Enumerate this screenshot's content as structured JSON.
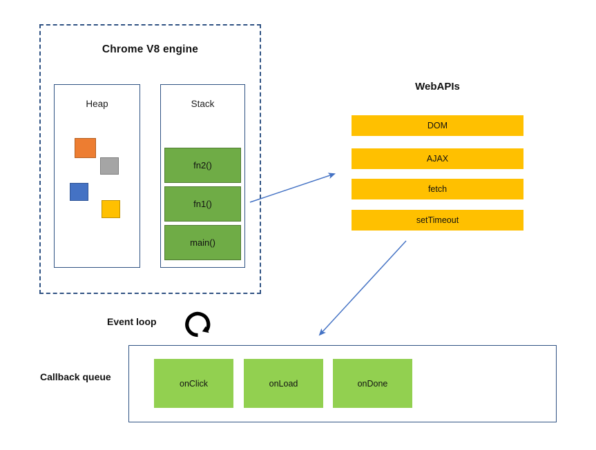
{
  "diagram": {
    "title": "JavaScript runtime / event loop diagram",
    "colors": {
      "container_border": "#2e5182",
      "stack_frame": "#6FAC46",
      "callback_item": "#92D050",
      "webapi_bar": "#FFC000",
      "arrow": "#4472C4",
      "heap_orange": "#ED7D31",
      "heap_gray": "#A5A5A5",
      "heap_blue": "#4472C4",
      "heap_yellow": "#FFC000"
    }
  },
  "v8": {
    "title": "Chrome V8 engine",
    "heap": {
      "label": "Heap",
      "objects": [
        {
          "name": "heap-object-orange",
          "color": "#ED7D31"
        },
        {
          "name": "heap-object-gray",
          "color": "#A5A5A5"
        },
        {
          "name": "heap-object-blue",
          "color": "#4472C4"
        },
        {
          "name": "heap-object-yellow",
          "color": "#FFC000"
        }
      ]
    },
    "stack": {
      "label": "Stack",
      "frames": [
        {
          "label": "fn2()"
        },
        {
          "label": "fn1()"
        },
        {
          "label": "main()"
        }
      ]
    }
  },
  "webapis": {
    "title": "WebAPIs",
    "items": [
      {
        "label": "DOM"
      },
      {
        "label": "AJAX"
      },
      {
        "label": "fetch"
      },
      {
        "label": "setTimeout"
      }
    ]
  },
  "event_loop": {
    "label": "Event loop",
    "icon": "circular-arrow-icon"
  },
  "callback_queue": {
    "label": "Callback queue",
    "items": [
      {
        "label": "onClick"
      },
      {
        "label": "onLoad"
      },
      {
        "label": "onDone"
      }
    ]
  },
  "arrows": [
    {
      "name": "arrow-stack-to-webapis",
      "from": "Stack",
      "to": "WebAPIs"
    },
    {
      "name": "arrow-webapis-to-callback-queue",
      "from": "setTimeout",
      "to": "Callback queue"
    }
  ]
}
